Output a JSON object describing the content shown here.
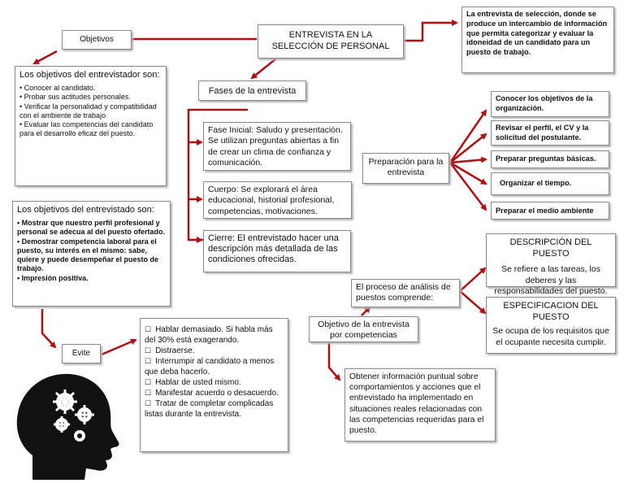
{
  "main_title": "ENTREVISTA EN LA SELECCIÓN DE PERSONAL",
  "definition": "La entrevista de selección, donde se produce un intercambio de información que permita categorizar y evaluar la idoneidad de un candidato para un puesto de trabajo.",
  "objetivos_label": "Objetivos",
  "interviewer": {
    "title": "Los objetivos del entrevistador son:",
    "items": [
      "Conocer al candidato.",
      "Probar sus actitudes personales.",
      "Verificar la personalidad y compatibilidad con el ambiente de trabajo",
      "Evaluar las competencias del candidato para el desarrollo eficaz del puesto."
    ]
  },
  "interviewee": {
    "title": "Los objetivos del entrevistado son:",
    "items": [
      "Mostrar que nuestro    perfil profesional y personal se adecua al del puesto ofertado.",
      "Demostrar competencia laboral para el puesto, su interés en el mismo: sabe, quiere y puede desempeñar el puesto de trabajo.",
      "Impresión positiva."
    ]
  },
  "fases": {
    "label": "Fases de la entrevista",
    "inicial": "Fase Inicial: Saludo y presentación. Se utilizan preguntas abiertas a fin de crear un clima de confianza y comunicación.",
    "cuerpo": "Cuerpo: Se explorará el área educacional, historial profesional, competencias, motivaciones.",
    "cierre": "Cierre: El entrevistado hacer una descripción más detallada de las condiciones ofrecidas."
  },
  "preparacion": {
    "label": "Preparación para la entrevista",
    "items": [
      "Conocer los objetivos de la organización.",
      "Revisar el perfil, el CV y la solicitud del postulante.",
      "Preparar preguntas básicas.",
      "Organizar el tiempo.",
      "Preparar el medio ambiente"
    ]
  },
  "descripcion": {
    "title": "DESCRIPCIÓN DEL PUESTO",
    "text": "Se refiere a las tareas, los deberes y las responsabilidades del puesto."
  },
  "especificacion": {
    "title": "ESPECIFICACION DEL PUESTO",
    "text": "Se ocupa de los requisitos que el ocupante necesita cumplir."
  },
  "analisis": "El proceso de análisis de puestos comprende:",
  "competencias": "Objetivo de la entrevista por competencias",
  "obtener": "Obtener información puntual sobre comportamientos y acciones que el entrevistado ha implementado en situaciones reales relacionadas con las competencias requeridas para el puesto.",
  "evite": {
    "label": "Evite",
    "items": [
      "Hablar demasiado. Si habla más del 30% está exagerando.",
      "Distraerse.",
      "Interrumpir al candidato a menos que deba hacerlo.",
      "Hablar de usted mismo.",
      "Manifestar acuerdo o desacuerdo.",
      "Tratar de completar complicadas listas durante la entrevista."
    ]
  },
  "colors": {
    "connector": "#b01010",
    "border": "#8a8a8a",
    "icon": "#111111"
  }
}
